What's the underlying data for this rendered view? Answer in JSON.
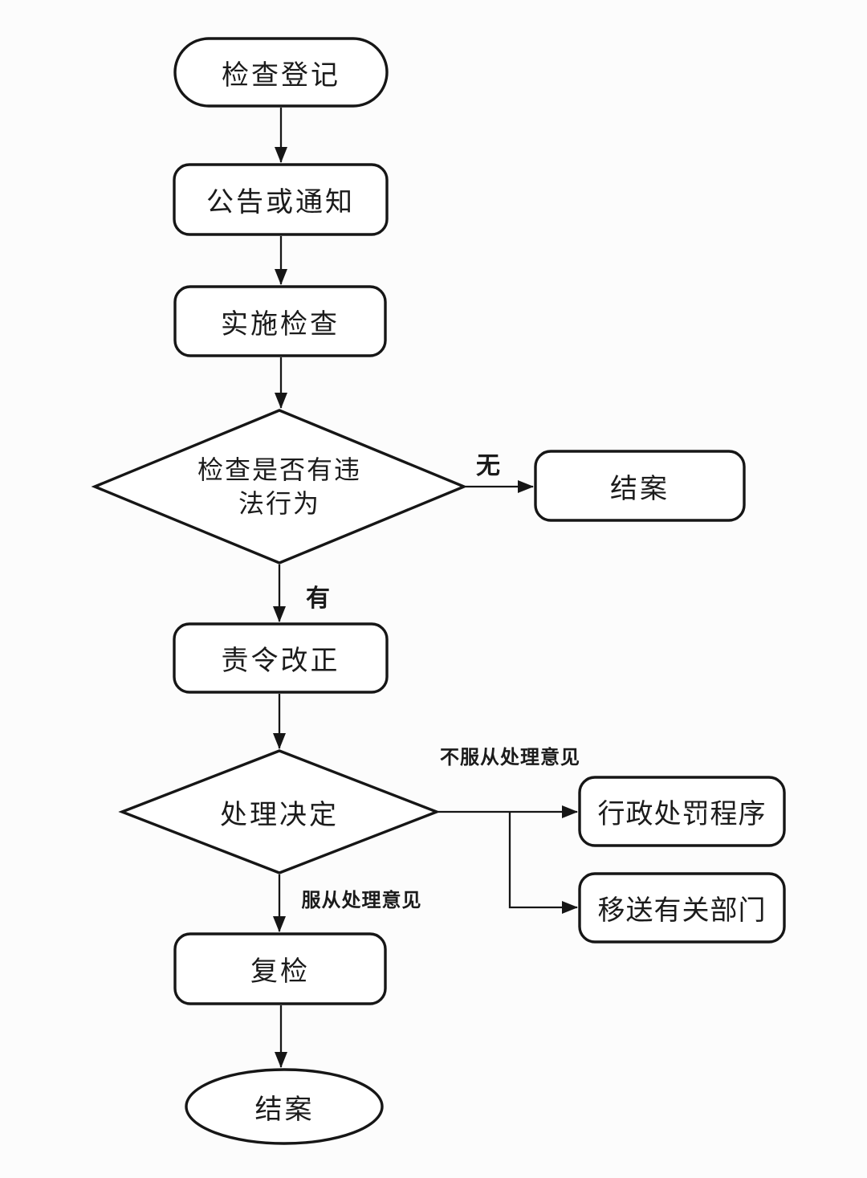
{
  "diagram": {
    "colors": {
      "stroke": "#161616",
      "text": "#1b1b1b",
      "background": "#fcfcfc"
    },
    "nodes": {
      "start": {
        "label": "检查登记",
        "shape": "terminator"
      },
      "notice": {
        "label": "公告或通知",
        "shape": "rounded-rect"
      },
      "inspect": {
        "label": "实施检查",
        "shape": "rounded-rect"
      },
      "violation_check": {
        "line1": "检查是否有违",
        "line2": "法行为",
        "shape": "diamond"
      },
      "close_case": {
        "label": "结案",
        "shape": "rounded-rect"
      },
      "order_correction": {
        "label": "责令改正",
        "shape": "rounded-rect"
      },
      "decision": {
        "label": "处理决定",
        "shape": "diamond"
      },
      "penalty": {
        "label": "行政处罚程序",
        "shape": "rounded-rect"
      },
      "transfer": {
        "label": "移送有关部门",
        "shape": "rounded-rect"
      },
      "recheck": {
        "label": "复检",
        "shape": "rounded-rect"
      },
      "end": {
        "label": "结案",
        "shape": "ellipse"
      }
    },
    "edge_labels": {
      "no": "无",
      "yes": "有",
      "disobey": "不服从处理意见",
      "obey": "服从处理意见"
    }
  }
}
